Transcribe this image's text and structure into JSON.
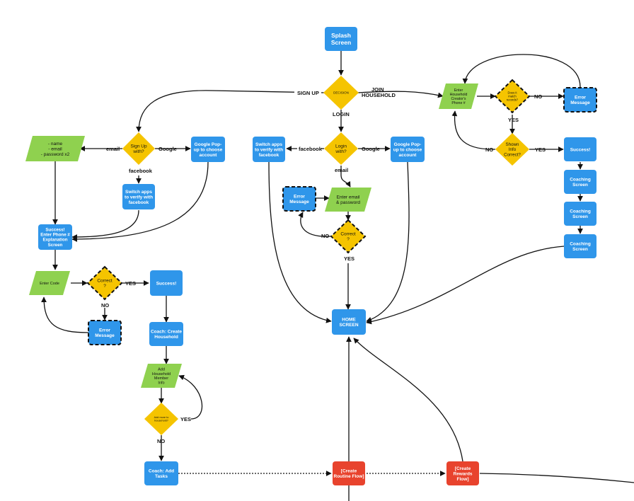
{
  "colors": {
    "process": "#2f96ea",
    "decision": "#f5c400",
    "io": "#8fd14f",
    "flow": "#e8432d",
    "line": "#111111"
  },
  "nodes": {
    "splash": [
      "Splash",
      "Screen"
    ],
    "decision_main": [
      "DECISION"
    ],
    "sign_up_with": [
      "Sign Up",
      "with?"
    ],
    "name_email": [
      "- name",
      "- email",
      "- password x2"
    ],
    "google_popup_left": [
      "Google Pop-",
      "up to choose",
      "account"
    ],
    "switch_fb_left": [
      "Switch apps",
      "to verify with",
      "facebook"
    ],
    "success_phone": [
      "Success!",
      "Enter Phone #",
      "Explanation",
      "Screen"
    ],
    "enter_code": [
      "Enter Code"
    ],
    "correct_left": [
      "Correct",
      "?"
    ],
    "success_left": [
      "Success!"
    ],
    "error_left": [
      "Error",
      "Message"
    ],
    "coach_household": [
      "Coach: Create",
      "Household"
    ],
    "add_member": [
      "Add",
      "Household",
      "Member",
      "Info"
    ],
    "add_more": [
      "Add more to",
      "household?"
    ],
    "coach_tasks": [
      "Coach: Add",
      "Tasks"
    ],
    "switch_fb_mid": [
      "Switch apps",
      "to verify with",
      "facebook"
    ],
    "login_with": [
      "Login",
      "with?"
    ],
    "google_popup_mid": [
      "Google Pop-",
      "up to choose",
      "account"
    ],
    "error_mid": [
      "Error",
      "Message"
    ],
    "enter_email": [
      "Enter email",
      "& password"
    ],
    "correct_mid": [
      "Correct",
      "?"
    ],
    "home": [
      "HOME",
      "SCREEN"
    ],
    "routine_flow": [
      "[Create",
      "Routine Flow]"
    ],
    "rewards_flow": [
      "[Create",
      "Rewards",
      "Flow]"
    ],
    "enter_creator": [
      "Enter",
      "Household",
      "Creator's",
      "Phone #"
    ],
    "match_records": [
      "Does it",
      "match",
      "records?"
    ],
    "error_right": [
      "Error",
      "Message"
    ],
    "shown_info": [
      "Shown",
      "Info",
      "Correct?"
    ],
    "success_right": [
      "Success!"
    ],
    "coaching1": [
      "Coaching",
      "Screen"
    ],
    "coaching2": [
      "Coaching",
      "Screen"
    ],
    "coaching3": [
      "Coaching",
      "Screen"
    ]
  },
  "labels": {
    "sign_up": "SIGN UP",
    "join_household": [
      "JOIN",
      "HOUSEHOLD"
    ],
    "login": "LOGIN",
    "email_left": "email",
    "google_left": "Google",
    "facebook_left": "facebook",
    "yes_left": "YES",
    "no_left": "NO",
    "yes_add": "YES",
    "no_add": "NO",
    "facebook_mid": "facebook",
    "google_mid": "Google",
    "email_mid": "email",
    "no_mid": "NO",
    "yes_mid": "YES",
    "no_match": "NO",
    "yes_match": "YES",
    "no_shown": "NO",
    "yes_shown": "YES"
  }
}
